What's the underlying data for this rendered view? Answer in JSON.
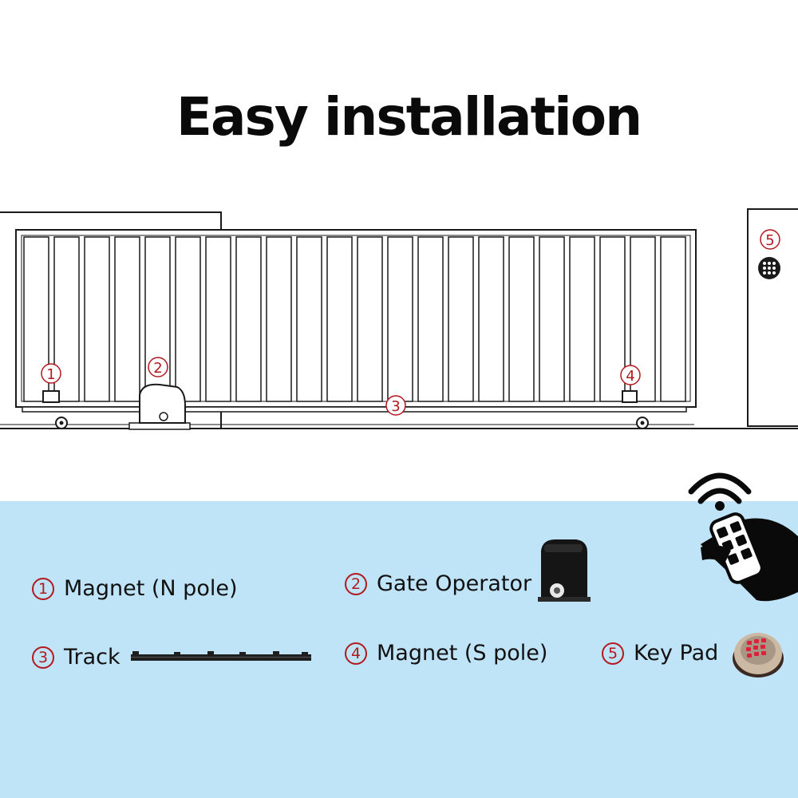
{
  "title": "Easy installation",
  "markers": {
    "m1": "1",
    "m2": "2",
    "m3": "3",
    "m4": "4",
    "m5": "5"
  },
  "legend": [
    {
      "num": "1",
      "label": "Magnet (N pole)"
    },
    {
      "num": "2",
      "label": "Gate Operator"
    },
    {
      "num": "3",
      "label": "Track"
    },
    {
      "num": "4",
      "label": "Magnet (S pole)"
    },
    {
      "num": "5",
      "label": "Key Pad"
    }
  ],
  "colors": {
    "legend_bg": "#bfe3f7",
    "marker": "#b3191f",
    "line": "#1a1a1a"
  },
  "icons": [
    "wifi-signal-icon",
    "remote-control-hand-icon",
    "gate-operator-icon",
    "track-rail-icon",
    "keypad-icon"
  ]
}
